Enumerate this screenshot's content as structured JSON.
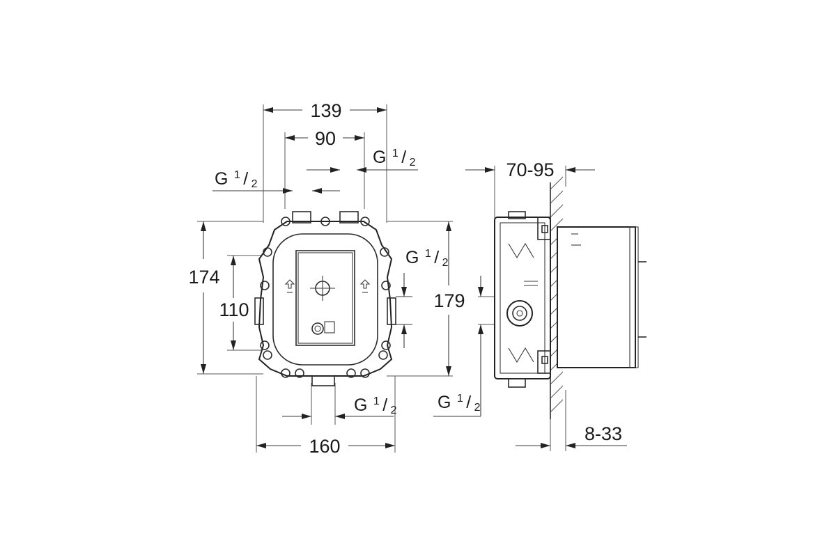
{
  "dimensions": {
    "front_top_width": "139",
    "front_inlet_spacing": "90",
    "front_bottom_width": "160",
    "front_outer_height": "174",
    "front_inner_height": "110",
    "side_height": "179",
    "side_depth": "70-95",
    "side_wall_offset": "8-33"
  },
  "threads": {
    "prefix": "G",
    "numerator": "1",
    "slash": "/",
    "denominator": "2"
  }
}
